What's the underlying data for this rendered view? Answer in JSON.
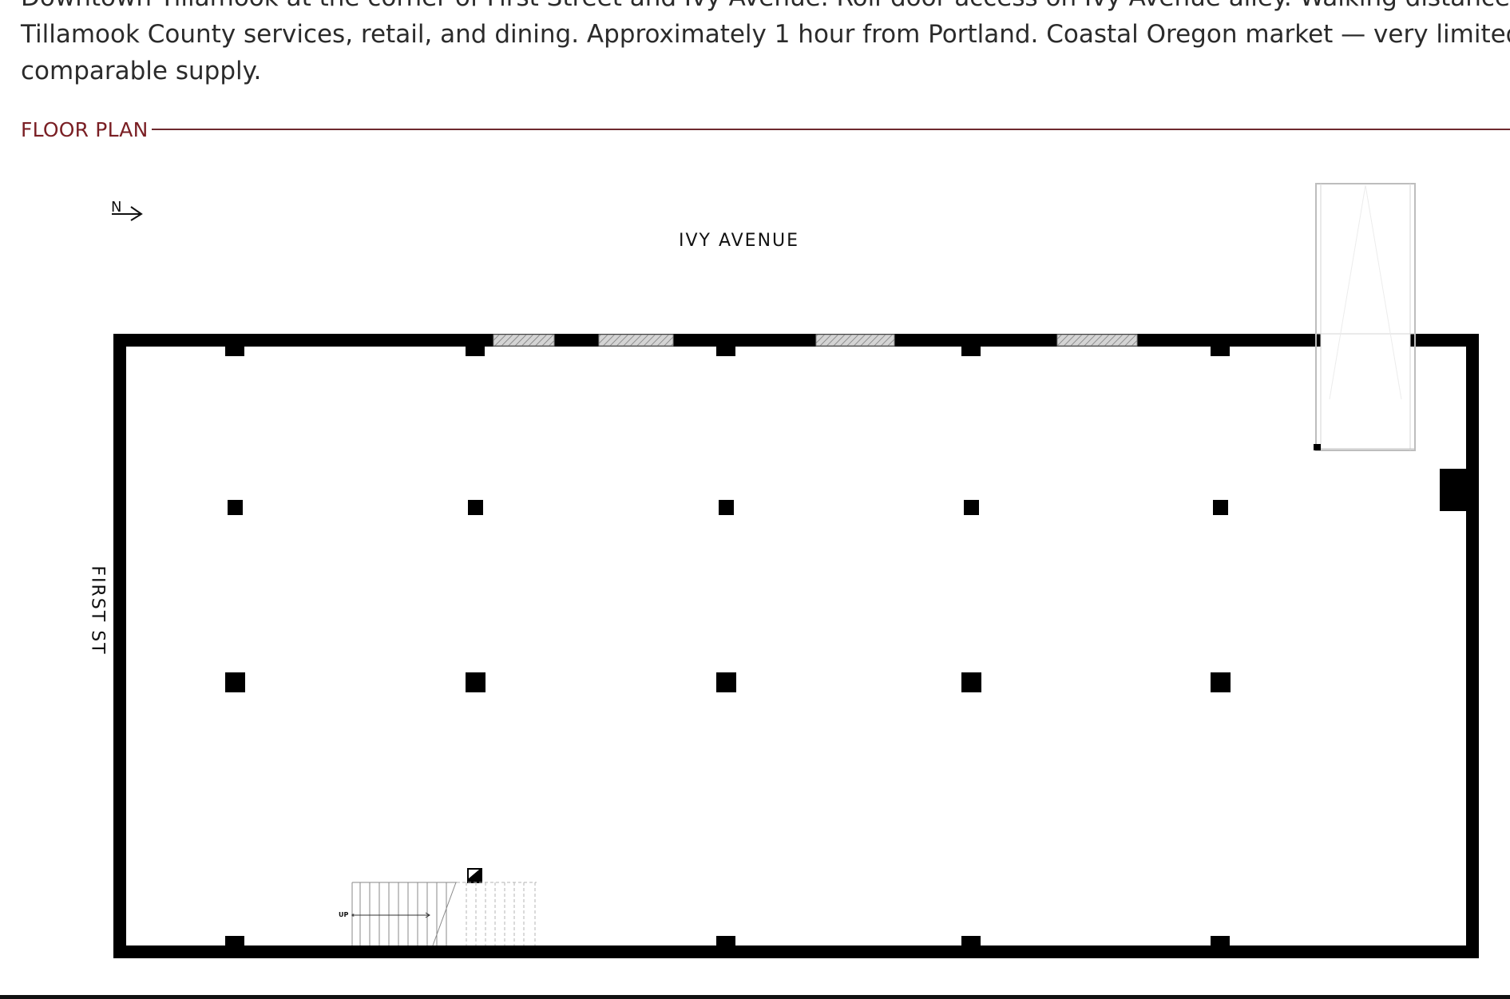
{
  "description": {
    "line1": "Downtown Tillamook at the corner of First Street and Ivy Avenue. Roll-door access on Ivy Avenue alley. Walking distance to",
    "line2": "Tillamook County services, retail, and dining. Approximately 1 hour from Portland. Coastal Oregon market — very limited",
    "line3": "comparable supply."
  },
  "floor_plan": {
    "heading": "FLOOR PLAN",
    "street_top": "IVY AVENUE",
    "street_left": "FIRST ST",
    "north_label": "N",
    "stair_label": "UP"
  },
  "colors": {
    "heading": "#7a1f24",
    "rule": "#6e2a2e",
    "text": "#2b2b2b",
    "wall": "#000000"
  }
}
